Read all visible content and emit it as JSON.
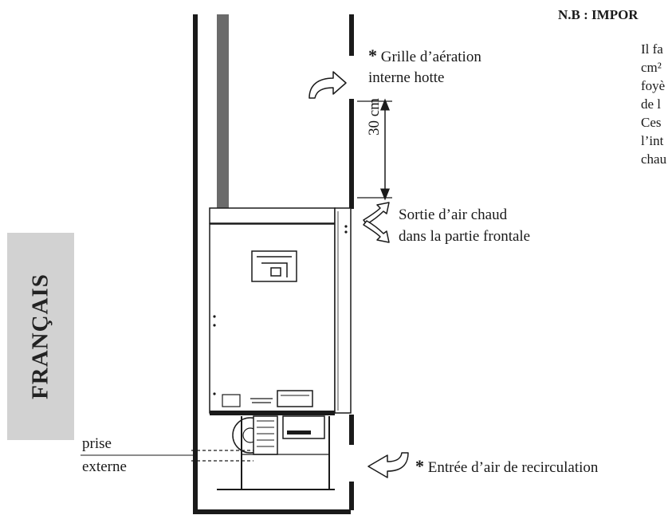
{
  "language_tab": "FRANÇAIS",
  "labels": {
    "grille_asterisk": "*",
    "grille_line1": "Grille d’aération",
    "grille_line2": "interne hotte",
    "dimension": "30 cm",
    "sortie_line1": "Sortie d’air chaud",
    "sortie_line2": "dans la partie frontale",
    "prise_line1": "prise",
    "prise_line2": "externe",
    "entree_asterisk": "*",
    "entree": "Entrée d’air de recirculation"
  },
  "notes": {
    "title": "N.B : IMPOR",
    "lines": [
      "Il fa",
      "cm²",
      "foyè",
      "de l",
      "Ces",
      "l’int",
      "chau"
    ]
  },
  "colors": {
    "line": "#1a1a1a",
    "flue": "#6b6b6b",
    "tab": "#d2d2d2"
  }
}
